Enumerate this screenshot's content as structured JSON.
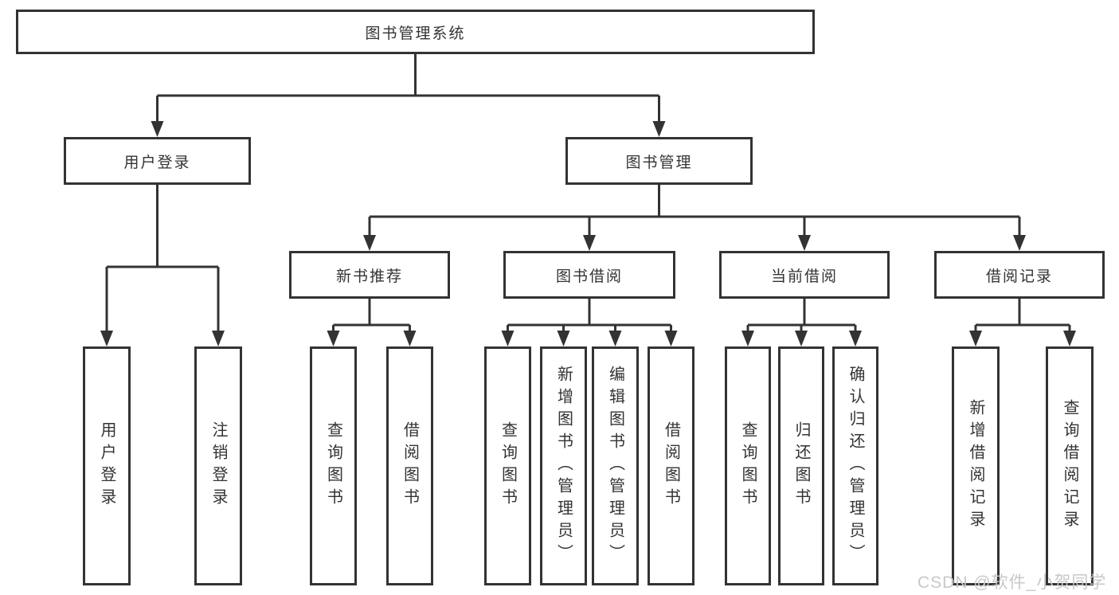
{
  "diagram": {
    "root": {
      "label": "图书管理系统"
    },
    "level2": [
      {
        "label": "用户登录"
      },
      {
        "label": "图书管理"
      }
    ],
    "level3": [
      {
        "label": "新书推荐"
      },
      {
        "label": "图书借阅"
      },
      {
        "label": "当前借阅"
      },
      {
        "label": "借阅记录"
      }
    ],
    "leaves": {
      "user_login": [
        "用户登录",
        "注销登录"
      ],
      "new_book_recommend": [
        "查询图书",
        "借阅图书"
      ],
      "book_borrow": [
        "查询图书",
        "新增图书（管理员）",
        "编辑图书（管理员）",
        "借阅图书"
      ],
      "current_borrow": [
        "查询图书",
        "归还图书",
        "确认归还（管理员）"
      ],
      "borrow_records": [
        "新增借阅记录",
        "查询借阅记录"
      ]
    }
  },
  "watermark": {
    "text": "CSDN @软件_小贺同学"
  },
  "colors": {
    "line": "#333333",
    "text": "#333333",
    "watermark": "#c8c8c8",
    "background": "#ffffff"
  }
}
